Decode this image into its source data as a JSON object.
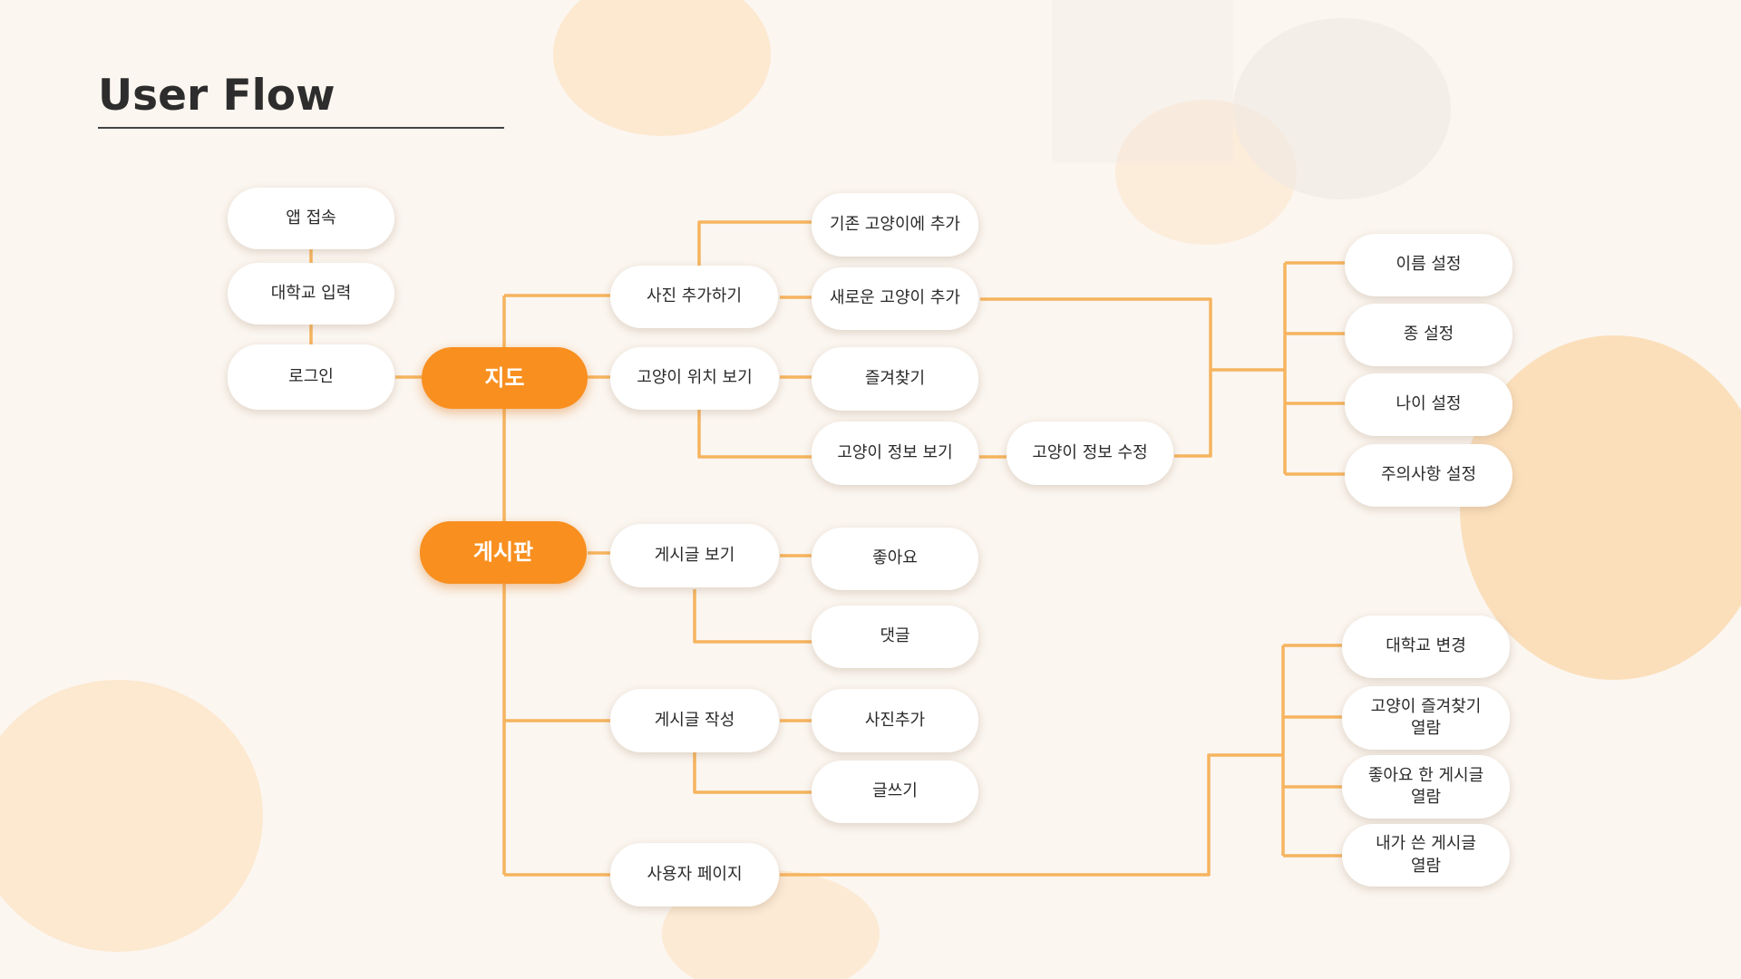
{
  "title": "User Flow",
  "colors": {
    "accent": "#f88f1f",
    "line": "#f6b45f",
    "node_bg": "#ffffff",
    "background": "#fbf6f0"
  },
  "nodes": {
    "app_access": "앱 접속",
    "university_input": "대학교 입력",
    "login": "로그인",
    "map": "지도",
    "board": "게시판",
    "add_photo": "사진 추가하기",
    "view_cat_location": "고양이 위치 보기",
    "add_to_existing_cat": "기존 고양이에 추가",
    "add_new_cat": "새로운 고양이 추가",
    "favorites": "즐겨찾기",
    "view_cat_info": "고양이 정보 보기",
    "edit_cat_info": "고양이 정보 수정",
    "set_name": "이름 설정",
    "set_species": "종 설정",
    "set_age": "나이 설정",
    "set_precautions": "주의사항 설정",
    "view_post": "게시글 보기",
    "like": "좋아요",
    "comment": "댓글",
    "write_post": "게시글 작성",
    "add_photo_post": "사진추가",
    "write_text": "글쓰기",
    "user_page": "사용자 페이지",
    "change_university": "대학교 변경",
    "view_cat_favorites": "고양이 즐겨찾기\n열람",
    "view_liked_posts": "좋아요 한 게시글\n열람",
    "view_my_posts": "내가 쓴 게시글\n열람"
  }
}
